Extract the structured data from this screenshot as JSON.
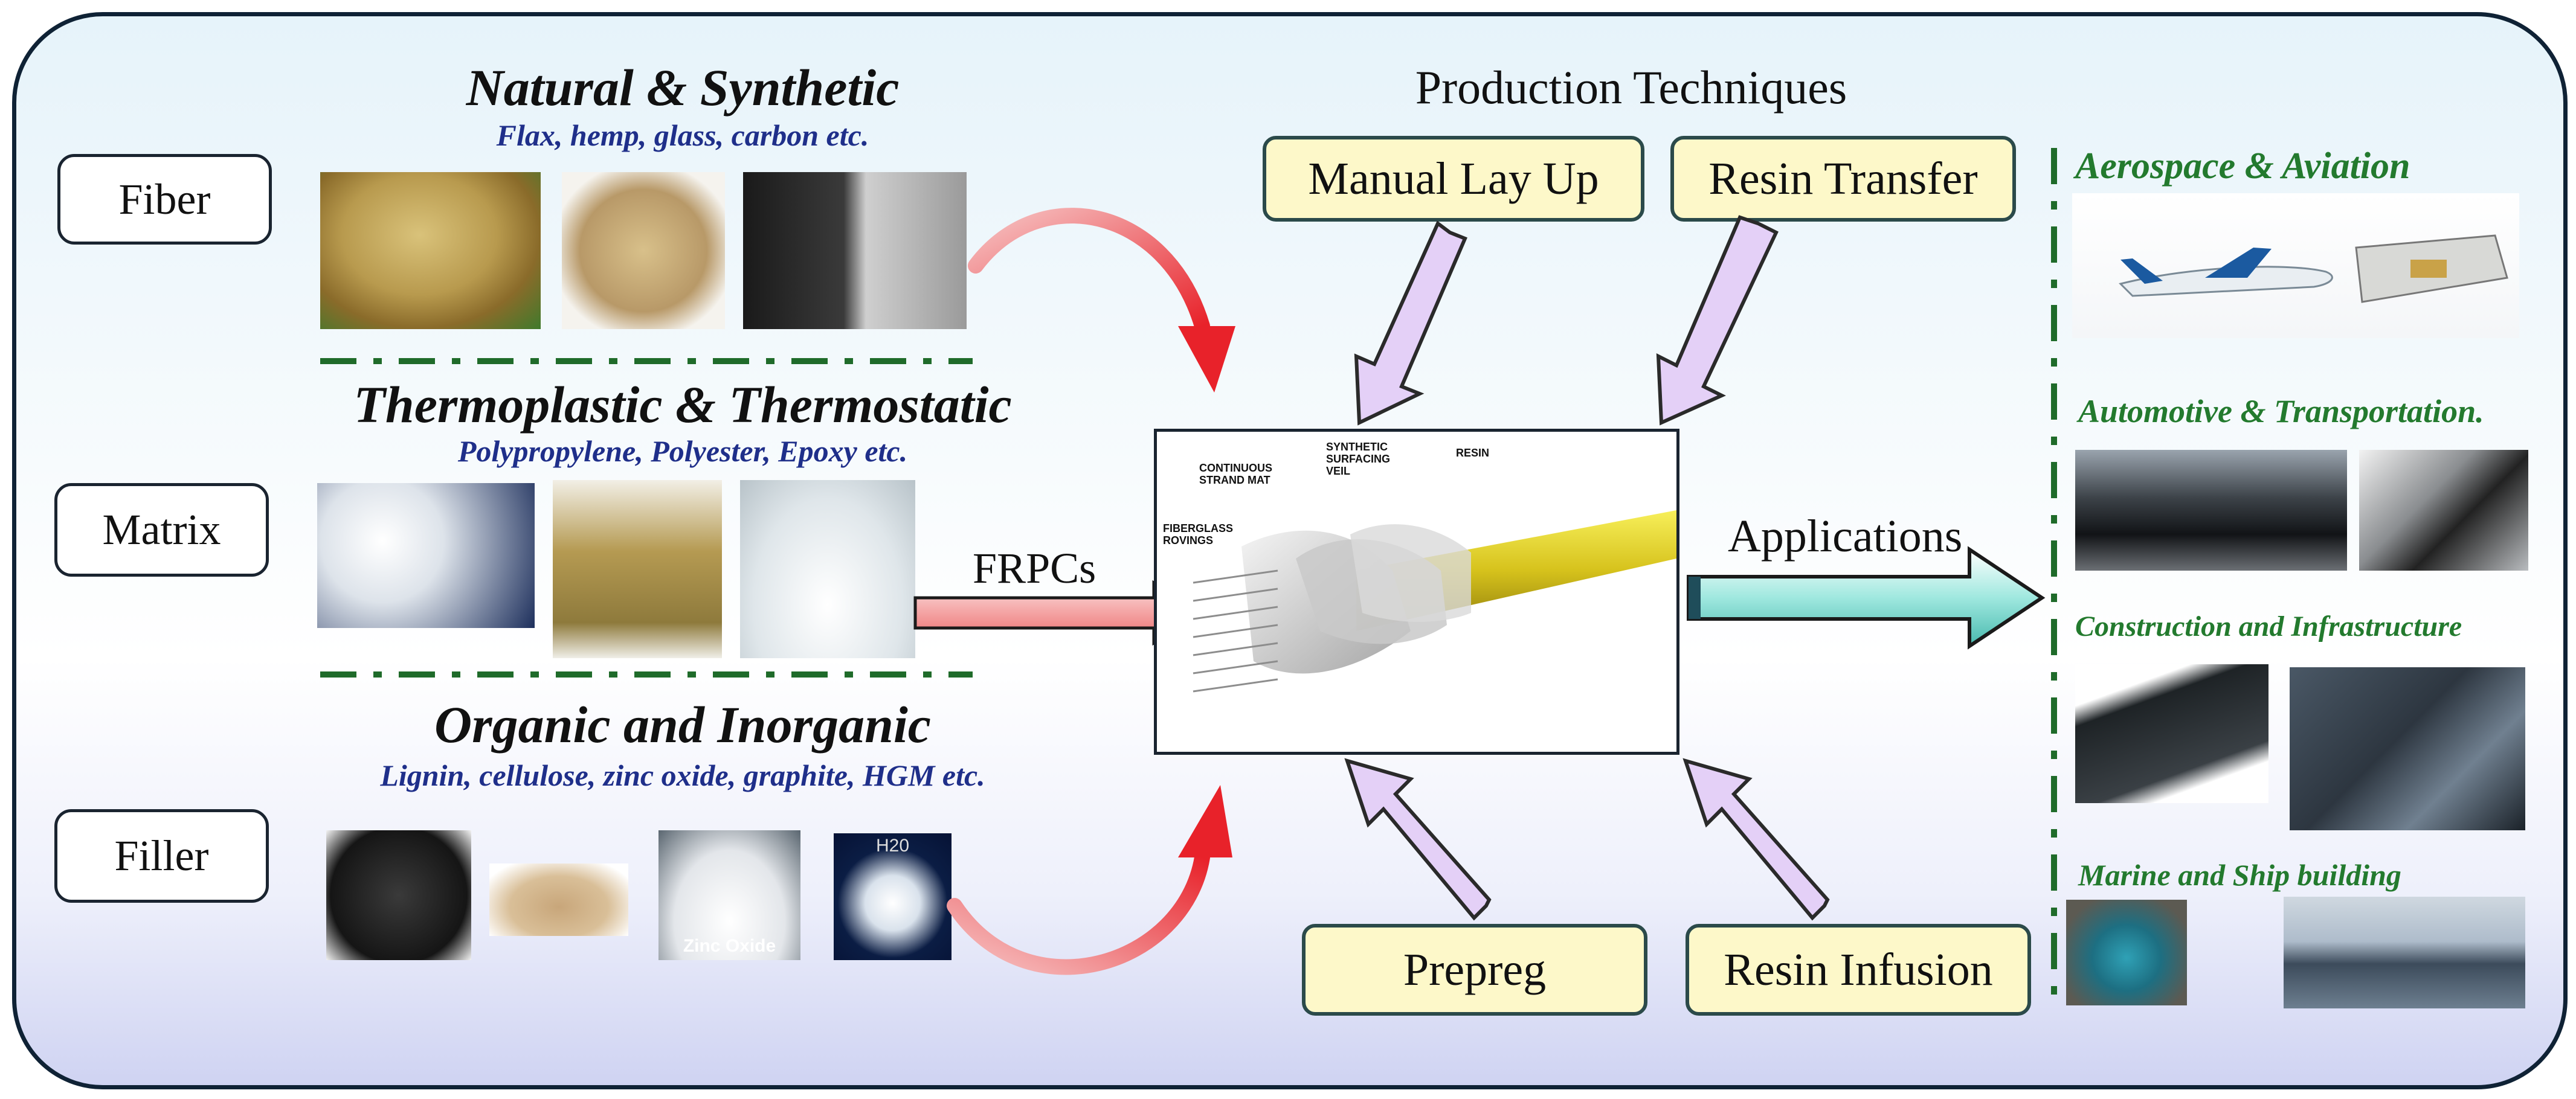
{
  "inputs": {
    "fiber": {
      "label": "Fiber",
      "heading": "Natural & Synthetic",
      "examples": "Flax, hemp, glass, carbon etc."
    },
    "matrix": {
      "label": "Matrix",
      "heading": "Thermoplastic & Thermostatic",
      "examples": "Polypropylene, Polyester, Epoxy etc."
    },
    "filler": {
      "label": "Filler",
      "heading": "Organic and Inorganic",
      "examples": "Lignin, cellulose, zinc oxide, graphite, HGM etc.",
      "photo_captions": [
        "Zinc Oxide",
        "H20"
      ]
    }
  },
  "center": {
    "arrow_label": "FRPCs",
    "panel_labels": [
      "CONTINUOUS STRAND MAT",
      "SYNTHETIC SURFACING VEIL",
      "RESIN",
      "FIBERGLASS ROVINGS"
    ]
  },
  "production": {
    "title": "Production Techniques",
    "techniques": [
      "Manual Lay Up",
      "Resin Transfer",
      "Prepreg",
      "Resin Infusion"
    ]
  },
  "applications": {
    "arrow_label": "Applications",
    "sectors": [
      "Aerospace & Aviation",
      "Automotive & Transportation.",
      "Construction and Infrastructure",
      "Marine and Ship building"
    ]
  },
  "colors": {
    "curve_arrow": "#e8222a",
    "frpc_arrow": "#f4a3a3",
    "technique_arrow": "#c9a5ea",
    "applications_arrow": "#9fe8df",
    "sector_title": "#237a2e",
    "subtext": "#1f2f8a",
    "technique_box": "#fdf8c9"
  }
}
